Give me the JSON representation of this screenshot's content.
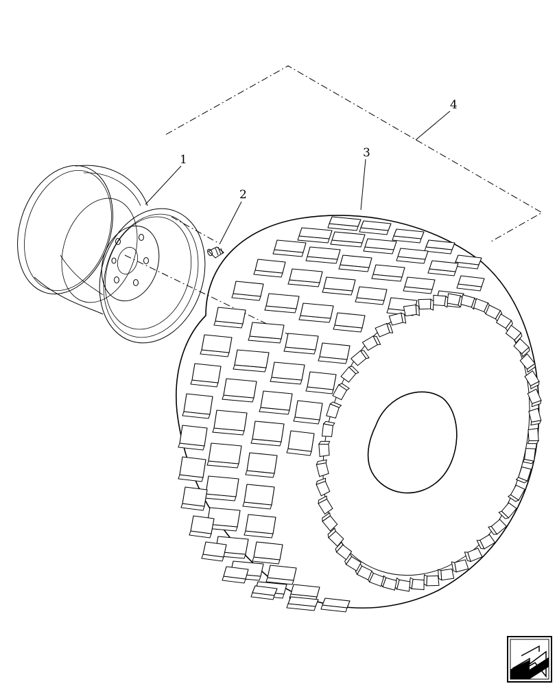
{
  "callouts": {
    "rim": "1",
    "valve": "2",
    "tire": "3",
    "assembly": "4"
  },
  "nav_icon": "back-arrow-icon"
}
